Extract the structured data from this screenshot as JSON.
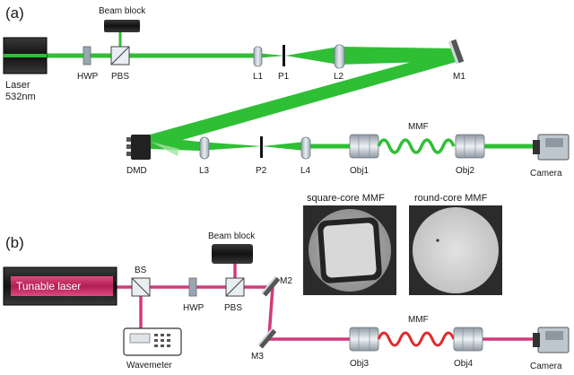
{
  "panel_a": {
    "label": "(a)",
    "components": {
      "laser": "Laser",
      "laser_wavelength": "532nm",
      "beam_block": "Beam block",
      "hwp": "HWP",
      "pbs": "PBS",
      "l1": "L1",
      "p1": "P1",
      "l2": "L2",
      "m1": "M1",
      "dmd": "DMD",
      "l3": "L3",
      "p2": "P2",
      "l4": "L4",
      "obj1": "Obj1",
      "mmf": "MMF",
      "obj2": "Obj2",
      "camera": "Camera"
    },
    "beam_color": "#2fbf35"
  },
  "panel_b": {
    "label": "(b)",
    "components": {
      "tunable_laser": "Tunable laser",
      "bs": "BS",
      "hwp": "HWP",
      "beam_block": "Beam block",
      "pbs": "PBS",
      "m2": "M2",
      "m3": "M3",
      "wavemeter": "Wavemeter",
      "mmf": "MMF",
      "obj3": "Obj3",
      "obj4": "Obj4",
      "camera": "Camera"
    },
    "beam_color": "#d23a7a"
  },
  "insets": {
    "square_core": "square-core MMF",
    "round_core": "round-core MMF"
  },
  "colors": {
    "green_beam": "#2fbf35",
    "pink_beam": "#d23a7a",
    "laser_body": "#222222",
    "tunable_laser_body": "#c0265c",
    "optic_gray": "#b8c2cc"
  }
}
